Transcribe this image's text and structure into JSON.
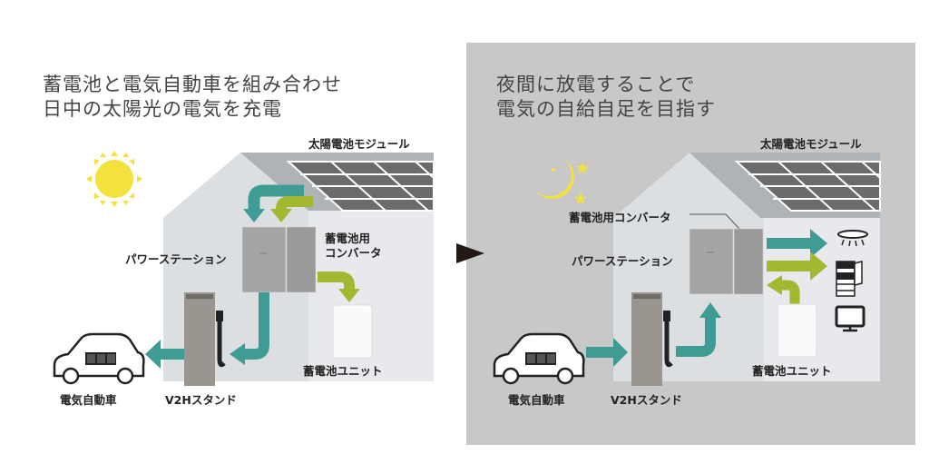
{
  "day_panel": {
    "headline_line1": "蓄電池と電気自動車を組み合わせ",
    "headline_line2": "日中の太陽光の電気を充電",
    "labels": {
      "solar_module": "太陽電池モジュール",
      "power_station": "パワーステーション",
      "converter_line1": "蓄電池用",
      "converter_line2": "コンバータ",
      "battery_unit": "蓄電池ユニット",
      "ev": "電気自動車",
      "v2h_stand": "V2Hスタンド"
    },
    "icon": "sun-icon"
  },
  "night_panel": {
    "headline_line1": "夜間に放電することで",
    "headline_line2": "電気の自給自足を目指す",
    "labels": {
      "solar_module": "太陽電池モジュール",
      "converter": "蓄電池用コンバータ",
      "power_station": "パワーステーション",
      "battery_unit": "蓄電池ユニット",
      "ev": "電気自動車",
      "v2h_stand": "V2Hスタンド"
    },
    "icon": "moon-stars-icon",
    "appliances": [
      "ceiling-light-icon",
      "refrigerator-icon",
      "tv-monitor-icon"
    ]
  },
  "transition_icon": "right-triangle-arrow-icon",
  "colors": {
    "teal_arrow": "#3f9c95",
    "green_arrow": "#a3b830",
    "sun_yellow": "#f5e13c",
    "night_bg": "#c8c8c8",
    "house_wall": "#dcdfe2",
    "house_right_wall": "#e7e9ec",
    "roof": "#aeb3b7",
    "solar_panel": "#6b6b6b",
    "headline_text": "#444444"
  }
}
